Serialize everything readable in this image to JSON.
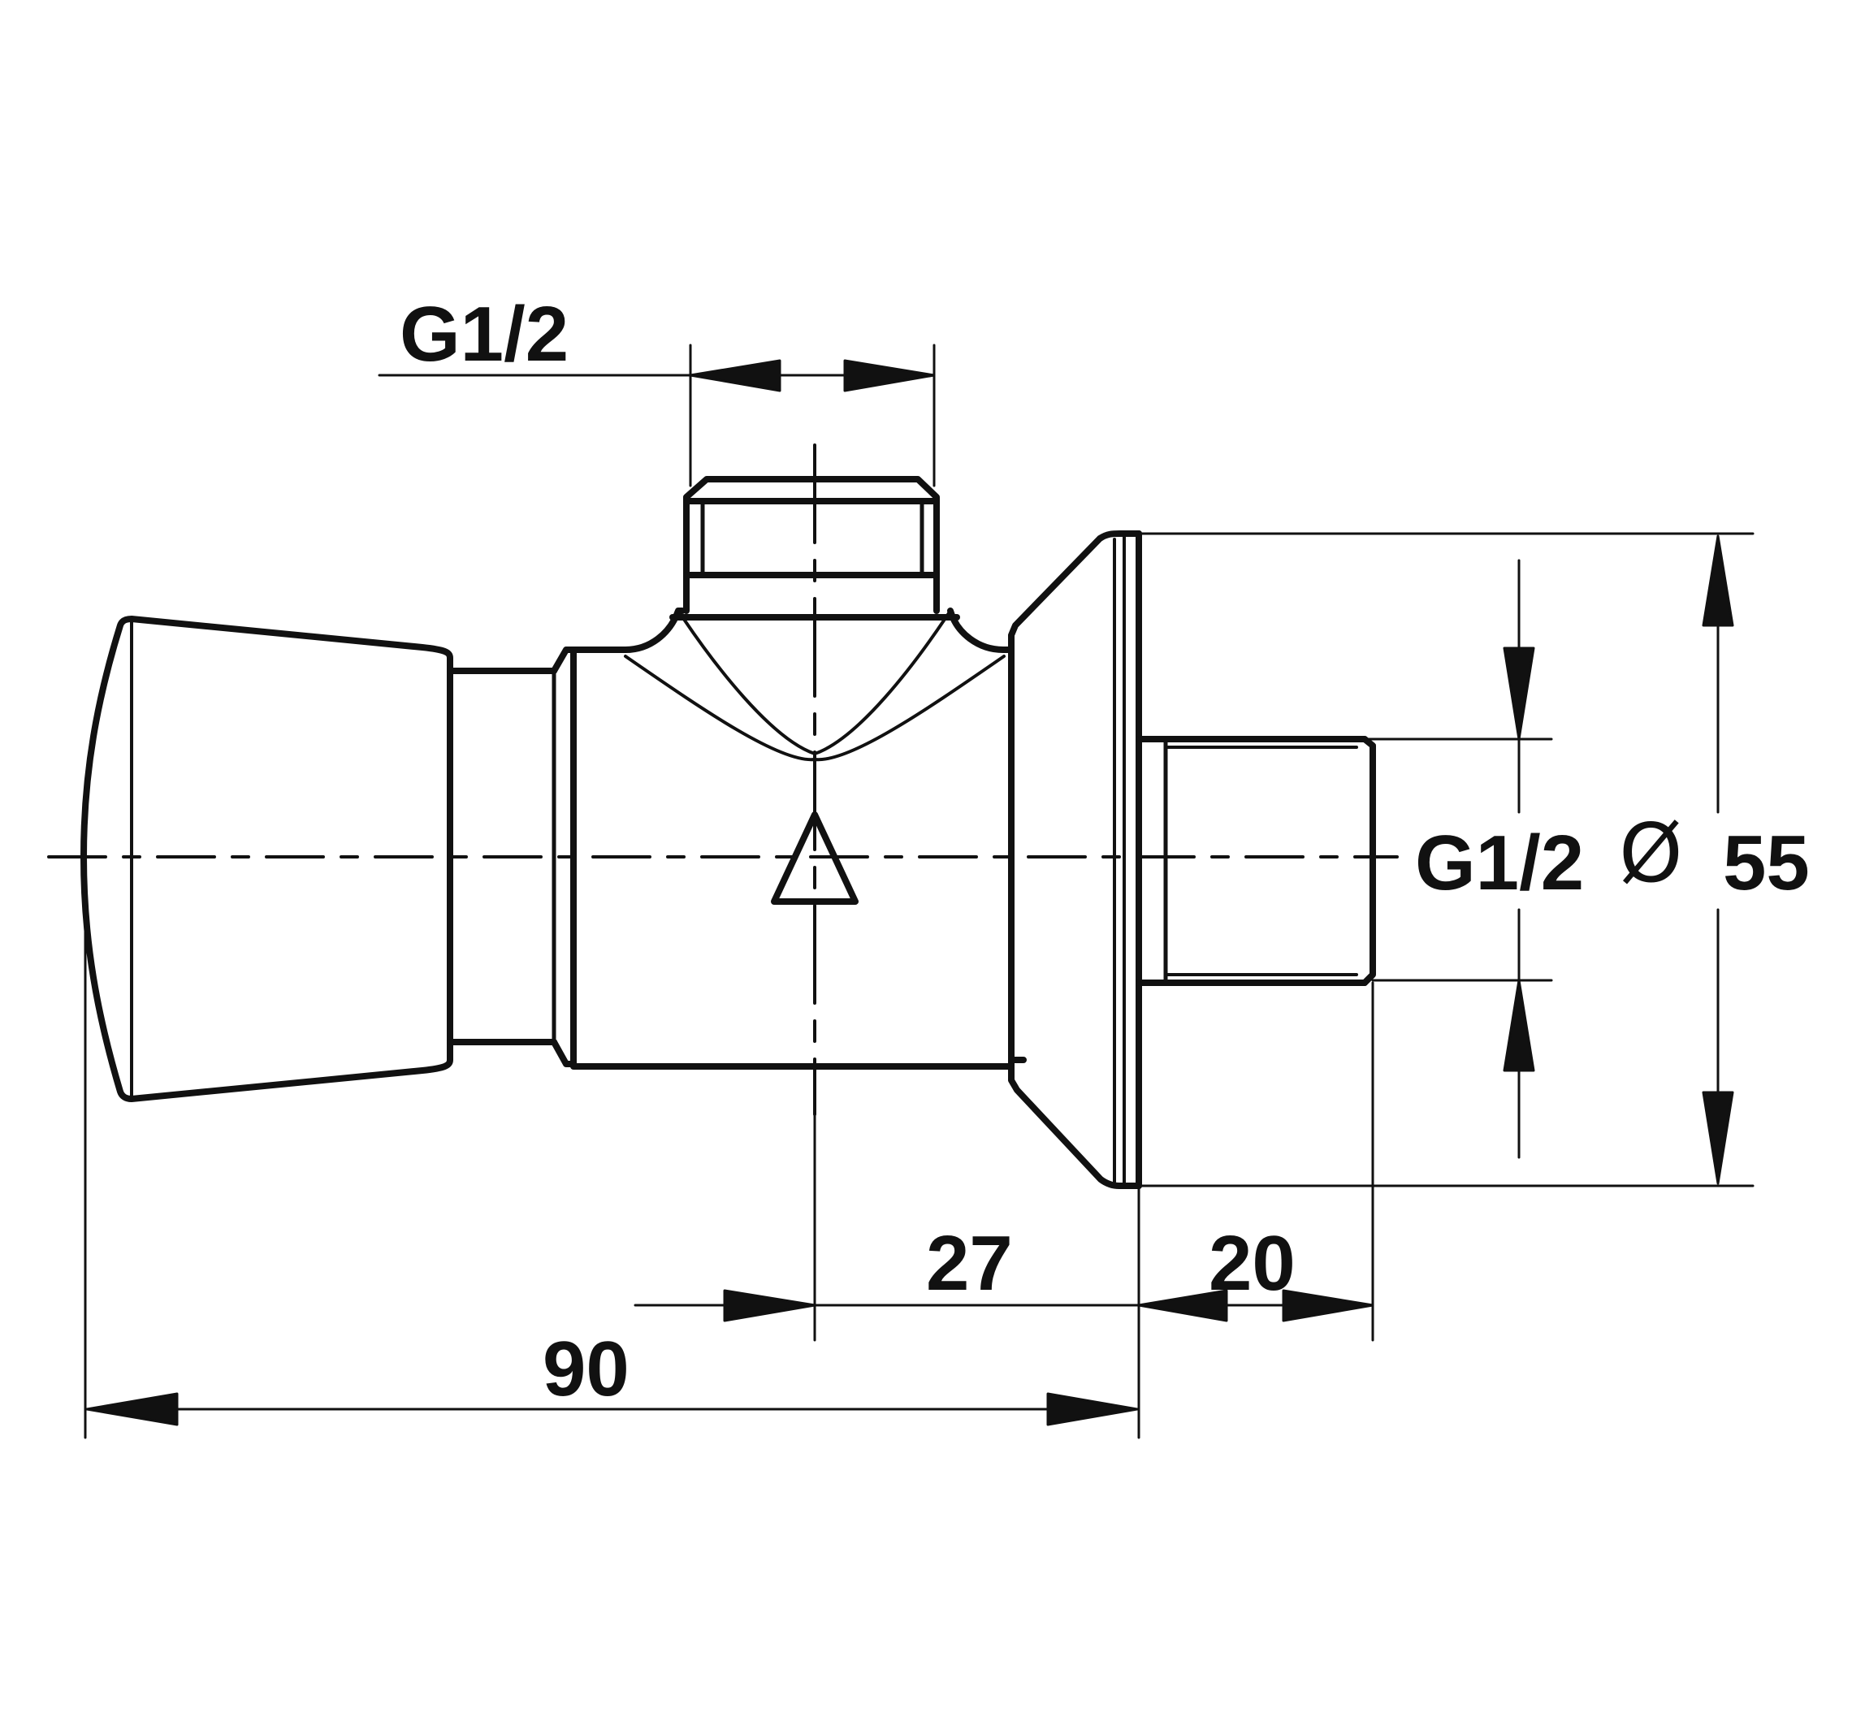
{
  "drawing": {
    "line_color": "#111111",
    "background": "#ffffff",
    "labels": {
      "thread_top": "G1/2",
      "thread_side": "G1/2",
      "diameter_symbol": "Ø",
      "diameter_value": "55",
      "dim_27": "27",
      "dim_20": "20",
      "dim_90": "90"
    }
  }
}
